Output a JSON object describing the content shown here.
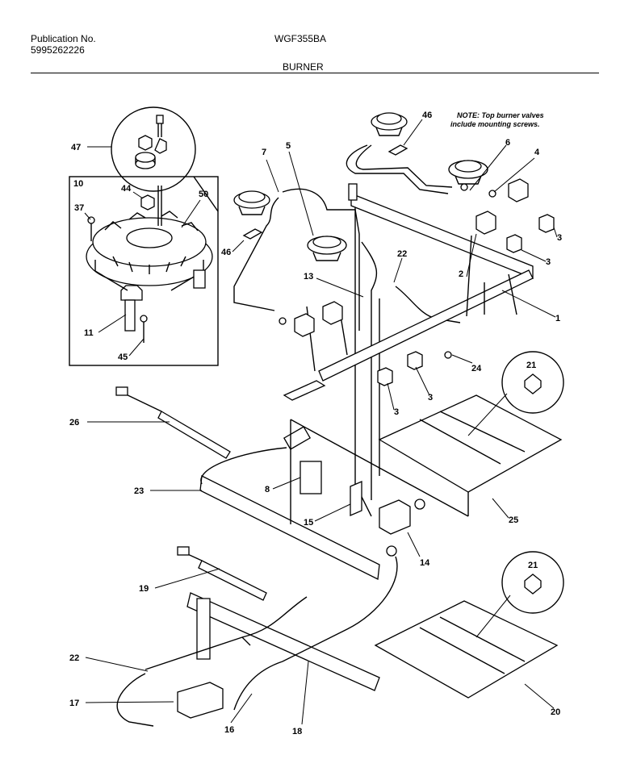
{
  "header": {
    "publication_label": "Publication No.",
    "publication_number": "5995262226",
    "model": "WGF355BA",
    "section": "BURNER"
  },
  "note": {
    "line1": "NOTE: Top burner valves",
    "line2": "include mounting screws."
  },
  "callouts": [
    "47",
    "10",
    "44",
    "50",
    "37",
    "11",
    "45",
    "7",
    "5",
    "46",
    "13",
    "22",
    "46",
    "6",
    "4",
    "3",
    "3",
    "2",
    "1",
    "24",
    "3",
    "3",
    "21",
    "26",
    "23",
    "8",
    "15",
    "14",
    "25",
    "19",
    "21",
    "22",
    "17",
    "16",
    "18",
    "20"
  ]
}
